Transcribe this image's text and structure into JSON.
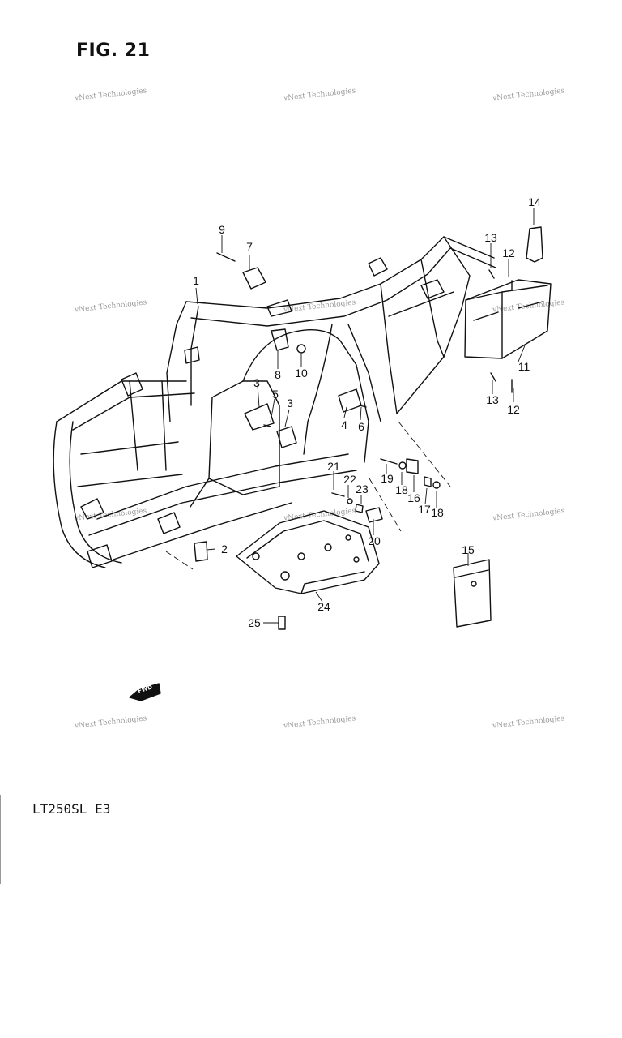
{
  "figure": {
    "title": "FIG. 21",
    "model": "LT250SL  E3"
  },
  "watermark_text": "vNext Technologies",
  "fwd_label": "FWD",
  "callouts": [
    "1",
    "2",
    "3",
    "3",
    "4",
    "5",
    "6",
    "7",
    "8",
    "9",
    "10",
    "11",
    "12",
    "12",
    "13",
    "13",
    "14",
    "15",
    "16",
    "17",
    "18",
    "18",
    "19",
    "20",
    "21",
    "22",
    "23",
    "24",
    "25"
  ]
}
